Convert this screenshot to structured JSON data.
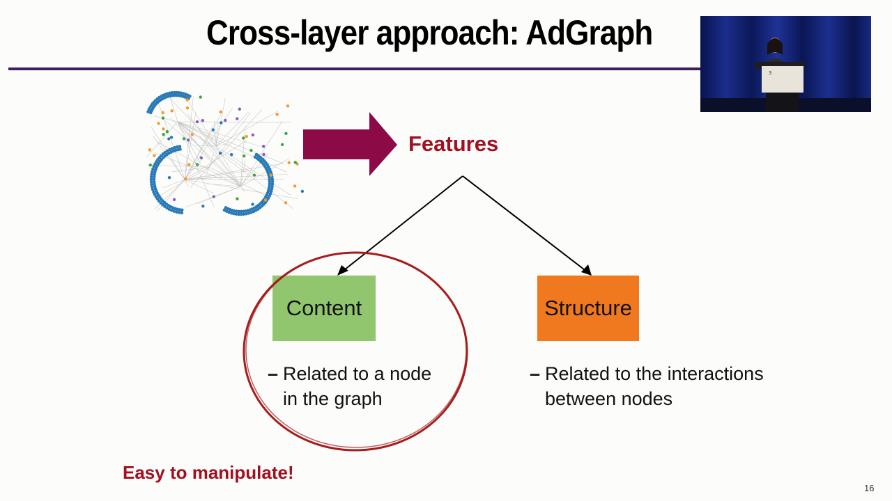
{
  "slide": {
    "title": "Cross-layer approach: AdGraph",
    "page_number": "16"
  },
  "diagram": {
    "root": {
      "label": "Features",
      "color": "#a01020"
    },
    "arrow_color": "#8c0a45",
    "children": [
      {
        "label": "Content",
        "fill": "#92c66e",
        "bullet_lines": [
          "Related to a node",
          "in the graph"
        ]
      },
      {
        "label": "Structure",
        "fill": "#f0781f",
        "bullet_lines": [
          "Related to the interactions",
          "between nodes"
        ]
      }
    ],
    "bullet_dash": "–",
    "highlight_circle_color": "#a61c1c"
  },
  "callout": {
    "text": "Easy to manipulate!",
    "color": "#a01020"
  },
  "colors": {
    "title_rule": "#3d1f5e",
    "graph_blue": "#2a7ab8",
    "graph_green": "#3aa345",
    "graph_orange": "#f39a2b",
    "graph_purple": "#8a5bbd"
  }
}
